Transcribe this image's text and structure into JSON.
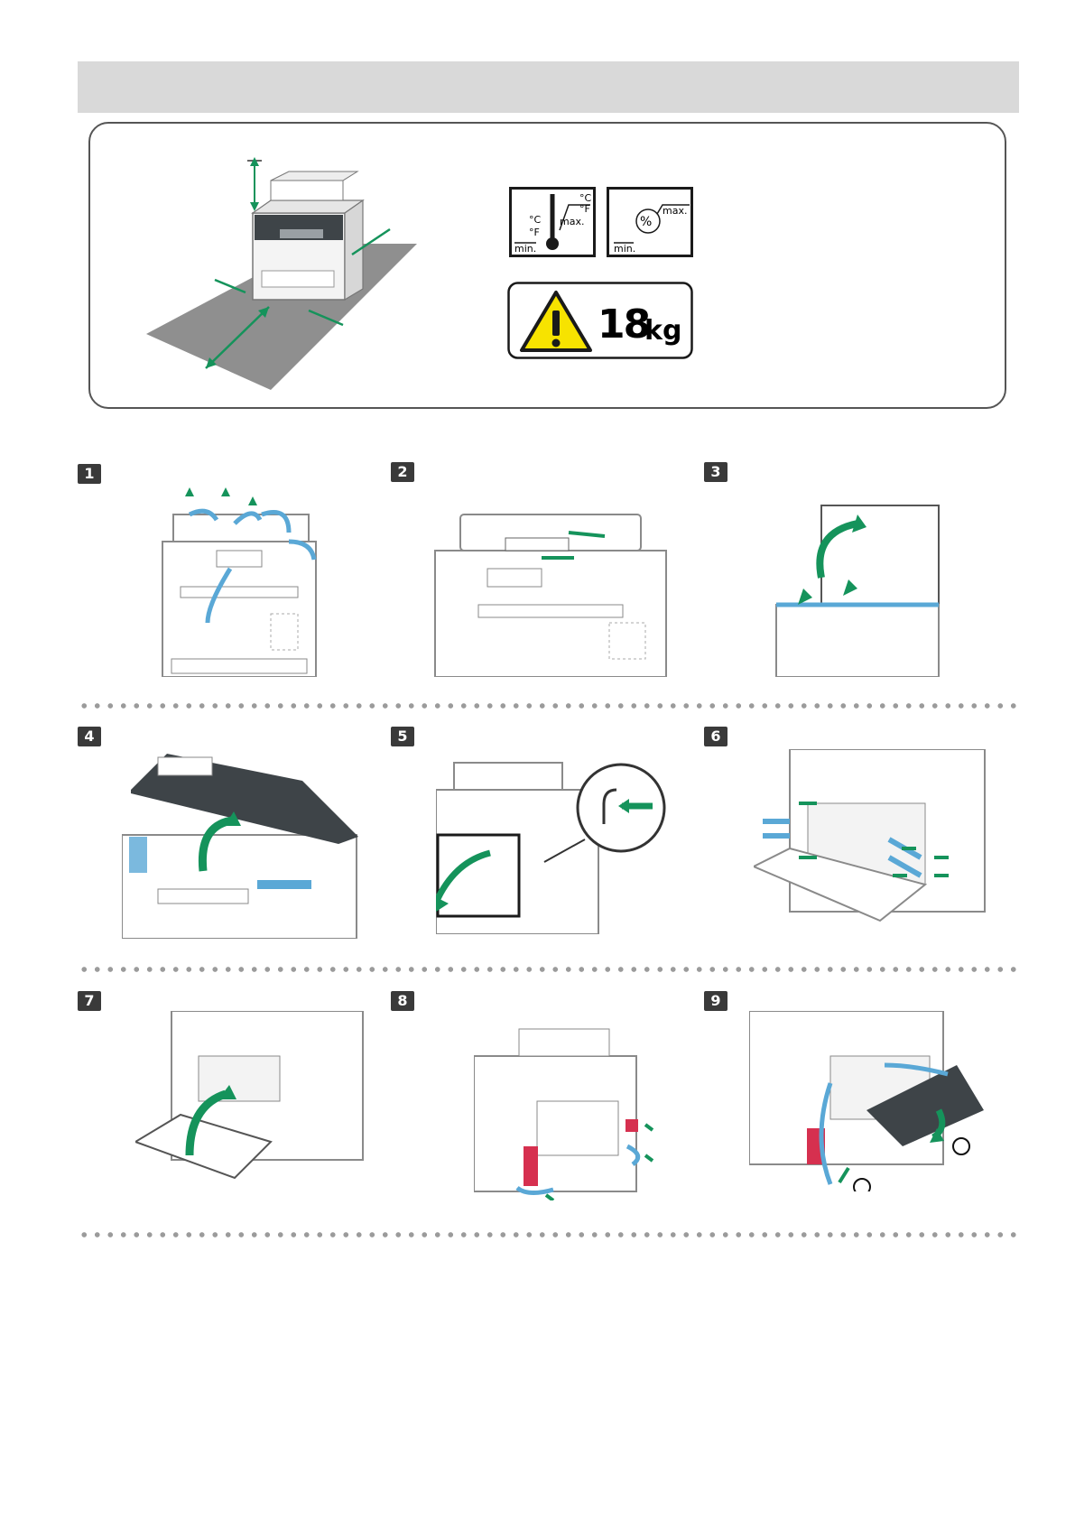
{
  "environment": {
    "temp_units": [
      "°C",
      "°F"
    ],
    "temp_units_left": [
      "°C",
      "°F"
    ],
    "max_label": "max.",
    "min_label": "min.",
    "humidity_symbol": "%",
    "weight": {
      "number": "18",
      "unit": "kg"
    }
  },
  "steps": [
    {
      "number": "1"
    },
    {
      "number": "2"
    },
    {
      "number": "3"
    },
    {
      "number": "4"
    },
    {
      "number": "5"
    },
    {
      "number": "6"
    },
    {
      "number": "7"
    },
    {
      "number": "8"
    },
    {
      "number": "9"
    }
  ],
  "colors": {
    "arrow": "#15935b",
    "tape": "#5aa8d6",
    "red_tab": "#d6304f",
    "machine_stroke": "#8a8a8a",
    "dark_panel": "#3e4448",
    "warning_yellow": "#f7e300"
  }
}
